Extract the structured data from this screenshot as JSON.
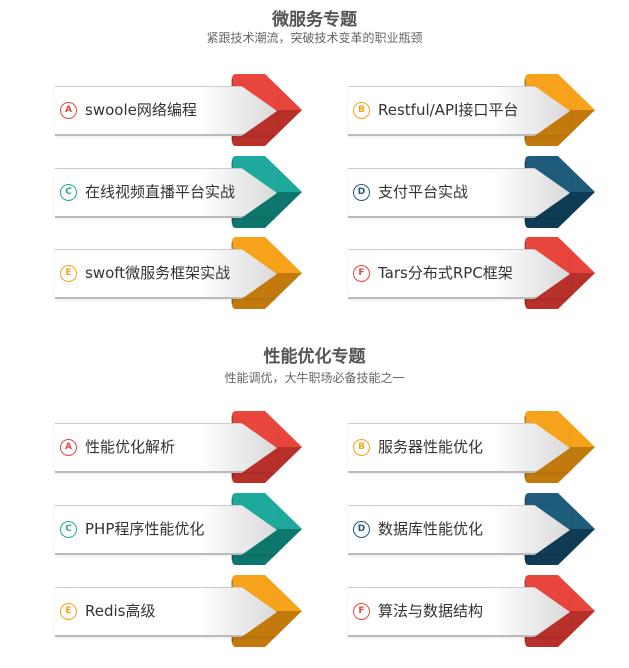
{
  "sections": [
    {
      "title": "微服务专题",
      "subtitle": "紧跟技术潮流，突破技术变革的职业瓶颈",
      "items": [
        {
          "letter": "A",
          "label": "swoole网络编程",
          "color": "#e8453c",
          "dark": "#b7302a"
        },
        {
          "letter": "B",
          "label": "Restful/API接口平台",
          "color": "#f7a21b",
          "dark": "#c27a0c"
        },
        {
          "letter": "C",
          "label": "在线视频直播平台实战",
          "color": "#1ea99c",
          "dark": "#0e776d"
        },
        {
          "letter": "D",
          "label": "支付平台实战",
          "color": "#1f5b7a",
          "dark": "#0f3c54"
        },
        {
          "letter": "E",
          "label": "swoft微服务框架实战",
          "color": "#f7a21b",
          "dark": "#c27a0c"
        },
        {
          "letter": "F",
          "label": "Tars分布式RPC框架",
          "color": "#e8453c",
          "dark": "#b7302a"
        }
      ]
    },
    {
      "title": "性能优化专题",
      "subtitle": "性能调优，大牛职场必备技能之一",
      "items": [
        {
          "letter": "A",
          "label": "性能优化解析",
          "color": "#e8453c",
          "dark": "#b7302a"
        },
        {
          "letter": "B",
          "label": "服务器性能优化",
          "color": "#f7a21b",
          "dark": "#c27a0c"
        },
        {
          "letter": "C",
          "label": "PHP程序性能优化",
          "color": "#1ea99c",
          "dark": "#0e776d"
        },
        {
          "letter": "D",
          "label": "数据库性能优化",
          "color": "#1f5b7a",
          "dark": "#0f3c54"
        },
        {
          "letter": "E",
          "label": "Redis高级",
          "color": "#f7a21b",
          "dark": "#c27a0c"
        },
        {
          "letter": "F",
          "label": "算法与数据结构",
          "color": "#e8453c",
          "dark": "#b7302a"
        }
      ]
    }
  ]
}
